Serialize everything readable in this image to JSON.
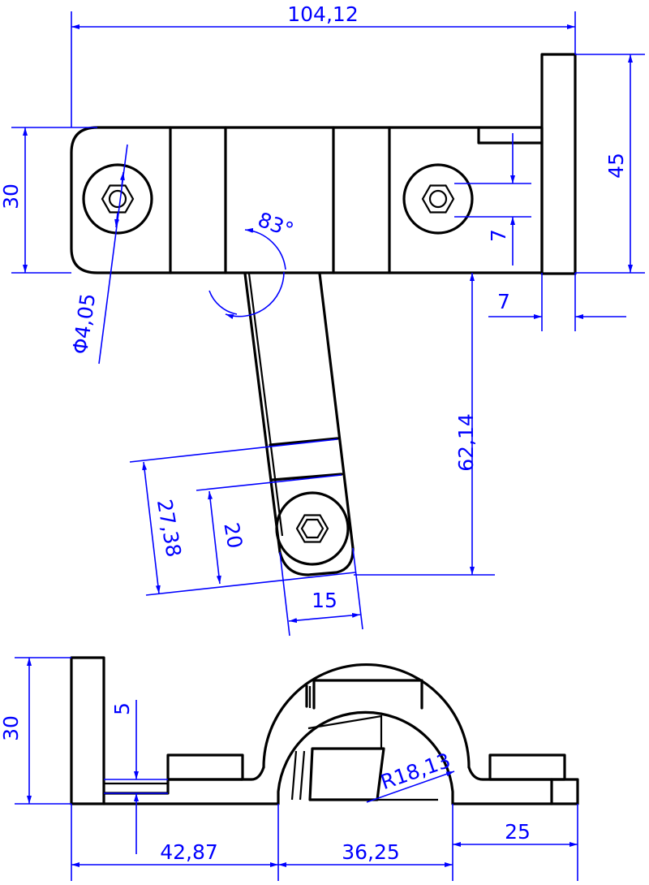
{
  "colors": {
    "object_lines": "#000000",
    "dimension_lines": "#0000ff",
    "background": "#ffffff"
  },
  "dimensions": {
    "overall_width": "104,12",
    "top_height_left": "30",
    "right_flange_height": "45",
    "bolt_hole_diameter": "Φ4,05",
    "arm_angle": "83°",
    "slot_width": "7",
    "flange_thickness": "7",
    "arm_length": "62,14",
    "arm_end_length": "27,38",
    "arm_end_inner": "20",
    "arm_width": "15",
    "side_height": "30",
    "side_plate_thickness": "5",
    "side_left_width": "42,87",
    "side_arch_width": "36,25",
    "side_right_width": "25",
    "arch_radius": "R18,13"
  }
}
